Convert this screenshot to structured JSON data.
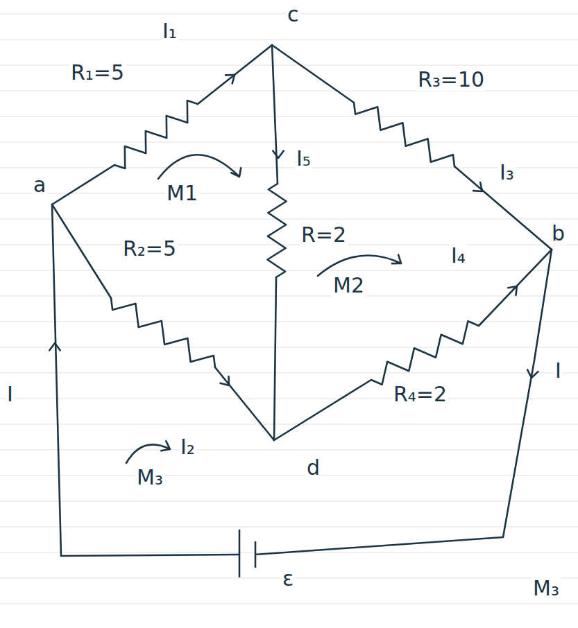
{
  "diagram": {
    "labels": [
      "I₁",
      "c",
      "R₁=5",
      "R₃=10",
      "I₅",
      "M1",
      "a",
      "R₂=5",
      "R=2",
      "M2",
      "I₃",
      "b",
      "I₄",
      "R₄=2",
      "I",
      "I",
      "I₂",
      "M₃",
      "d",
      "ε",
      "M₃"
    ]
  }
}
